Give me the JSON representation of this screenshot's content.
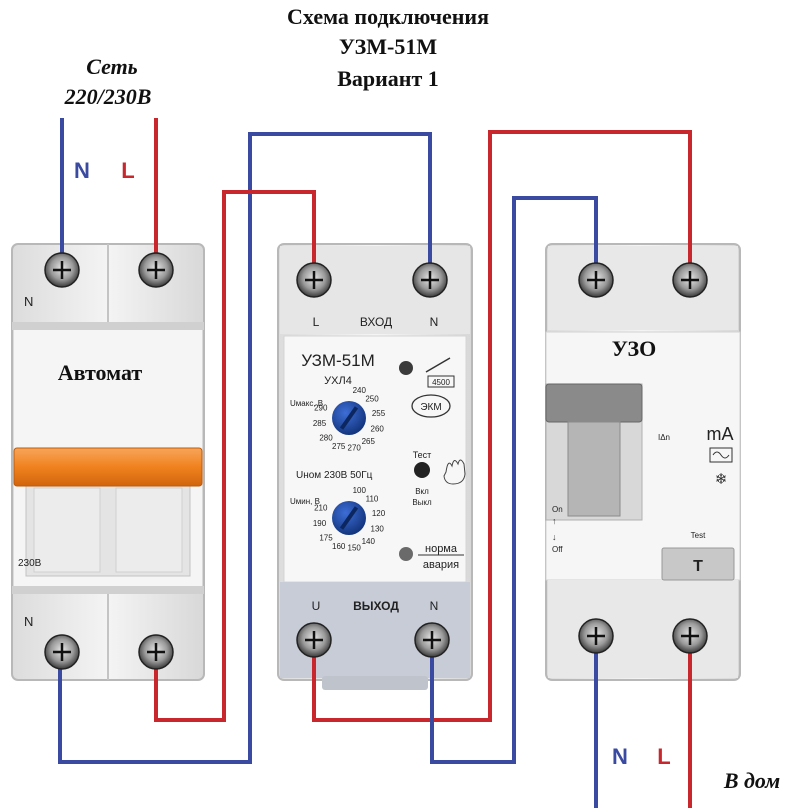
{
  "title": {
    "line1": "Схема подключения",
    "line2": "УЗМ-51М",
    "line3": "Вариант 1"
  },
  "supply": {
    "label_line1": "Сеть",
    "label_line2": "220/230В",
    "n_label": "N",
    "l_label": "L"
  },
  "breaker": {
    "name": "Автомат",
    "top_n": "N",
    "bottom_n": "N",
    "rating": "230В"
  },
  "relay": {
    "model": "УЗМ-51М",
    "climate": "УХЛ4",
    "input_l": "L",
    "input_label": "ВХОД",
    "input_n": "N",
    "output_u": "U",
    "output_label": "ВЫХОД",
    "output_n": "N",
    "code": "4500",
    "brand": "ЭКМ",
    "umax_label": "Uмакс, В",
    "umax_scale": [
      "240",
      "250",
      "255",
      "260",
      "265",
      "270",
      "275",
      "280",
      "285",
      "290"
    ],
    "umin_label": "Uмин, В",
    "umin_scale": [
      "100",
      "110",
      "120",
      "130",
      "140",
      "150",
      "160",
      "175",
      "190",
      "210"
    ],
    "unom": "Uном  230В  50Гц",
    "test_label": "Тест",
    "on_label": "Вкл",
    "off_label": "Выкл",
    "norm_label": "норма",
    "fault_label": "авария"
  },
  "rcd": {
    "name": "УЗО",
    "ma": "mA",
    "idn": "IΔn",
    "on": "On",
    "off": "Off",
    "test": "Test",
    "t_button": "T"
  },
  "output": {
    "n_label": "N",
    "l_label": "L",
    "label": "В дом"
  },
  "colors": {
    "neutral_wire": "#3a4aa0",
    "phase_wire": "#c8282d",
    "handle_orange": "#f0821e",
    "device_body": "#ececec"
  }
}
